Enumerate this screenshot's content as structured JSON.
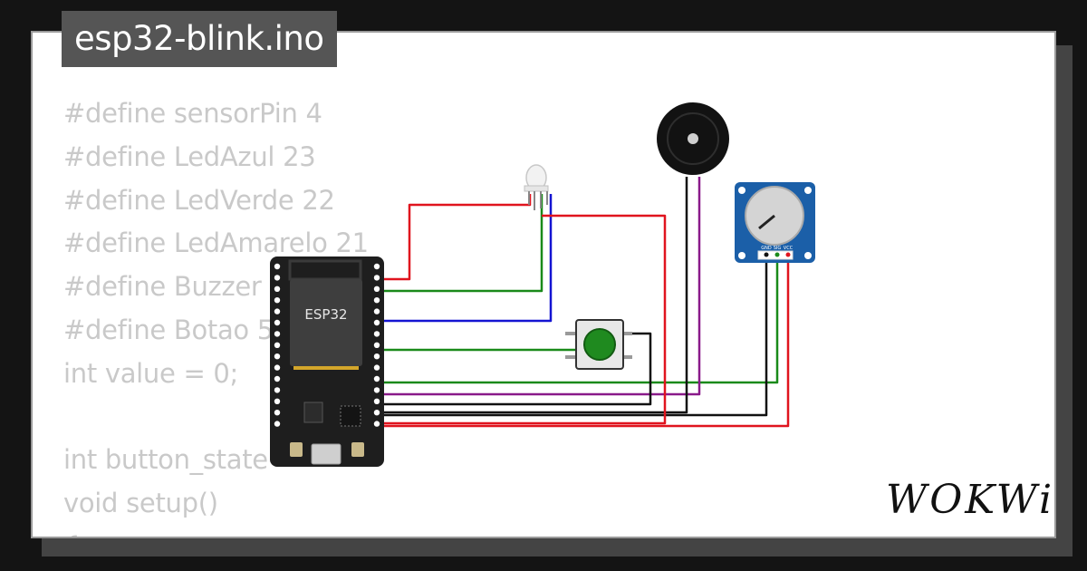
{
  "file_tab": {
    "title": "esp32-blink.ino"
  },
  "code_lines": [
    "#define sensorPin 4",
    "#define LedAzul 23",
    "#define LedVerde 22",
    "#define LedAmarelo 21",
    "#define Buzzer",
    "#define Botao 5",
    "int value = 0;",
    "",
    "int button_state",
    "void setup()",
    "{"
  ],
  "board": {
    "label": "ESP32"
  },
  "brand": {
    "name": "WOKWi"
  },
  "potentiometer": {
    "pin_labels": [
      "GND",
      "SIG",
      "VCC"
    ]
  },
  "colors": {
    "wire_red": "#e0141e",
    "wire_green": "#1a8a1a",
    "wire_blue": "#1414d2",
    "wire_black": "#111111",
    "wire_purple": "#8a1a8a",
    "board": "#1e1e1e",
    "module": "#3e3e3e",
    "pot_board": "#1b5fa8",
    "button_cap": "#1f8a1f"
  }
}
